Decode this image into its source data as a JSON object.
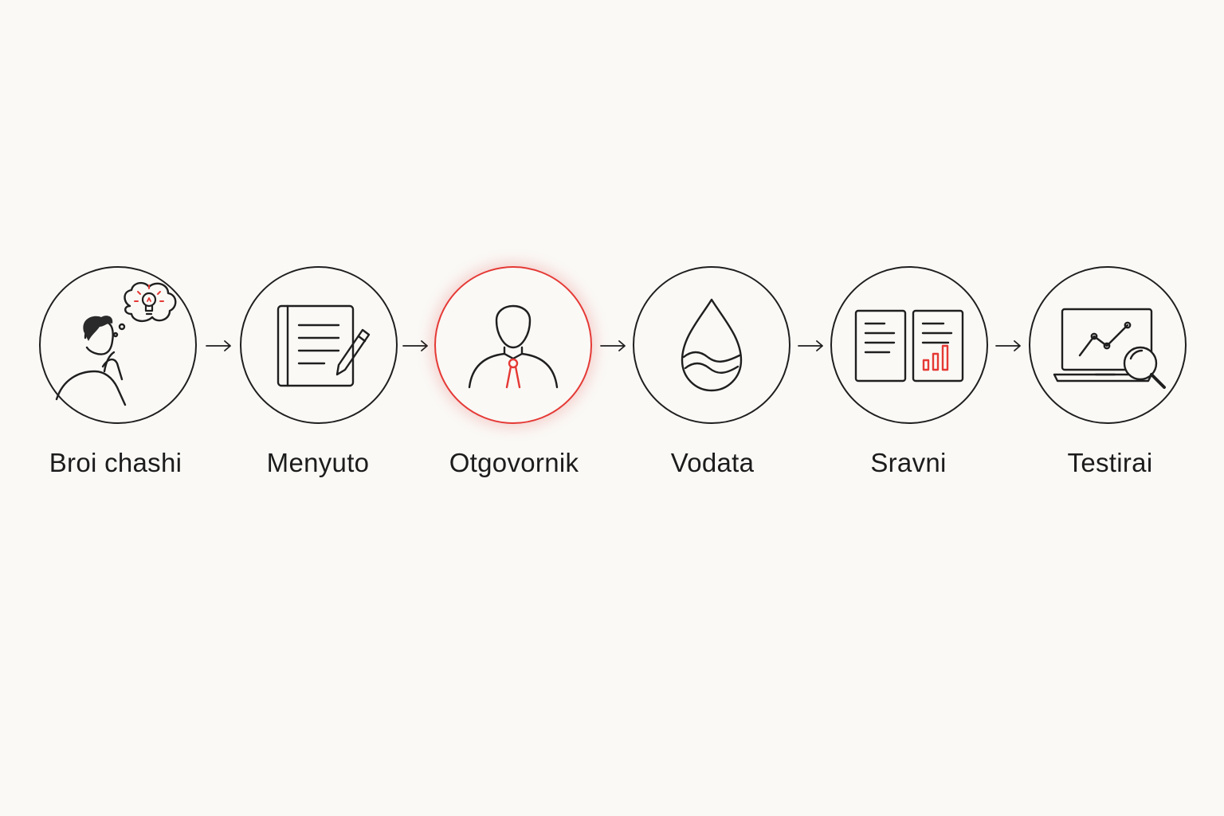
{
  "steps": [
    {
      "label": "Broi chashi",
      "icon": "thinking-person-lightbulb-icon"
    },
    {
      "label": "Menyuto",
      "icon": "notebook-pencil-icon"
    },
    {
      "label": "Otgovornik",
      "icon": "person-tie-icon"
    },
    {
      "label": "Vodata",
      "icon": "water-drop-icon"
    },
    {
      "label": "Sravni",
      "icon": "compare-documents-chart-icon"
    },
    {
      "label": "Testirai",
      "icon": "laptop-chart-magnifier-icon"
    }
  ],
  "active_step": 3,
  "colors": {
    "background": "#faf9f6",
    "stroke": "#1f1f1f",
    "accent": "#e53935"
  }
}
